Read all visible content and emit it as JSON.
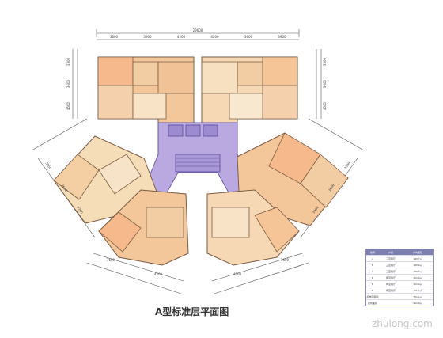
{
  "title": "A型标准层平面图",
  "watermark": "zhulong.com",
  "colors": {
    "core": "#b9a9e0",
    "core_dark": "#9c8bd0",
    "unit_peach": "#f3c79a",
    "unit_light": "#f5ddb8",
    "unit_sand": "#f2d6ad",
    "legend_head": "#7c7fb0"
  },
  "legend": {
    "headers": [
      "编号",
      "户型",
      "户内面积"
    ],
    "rows": [
      [
        "A",
        "三室两厅",
        "145.7㎡"
      ],
      [
        "B",
        "三室两厅",
        "132.6㎡"
      ],
      [
        "C",
        "三室两厅",
        "132.6㎡"
      ],
      [
        "D",
        "两室两厅",
        "101.9㎡"
      ],
      [
        "E",
        "两室两厅",
        "101.9㎡"
      ],
      [
        "F",
        "两室两厅",
        "98.3㎡"
      ],
      [
        "标准层面积",
        "",
        "751.1㎡"
      ],
      [
        "建筑面积",
        "",
        "911.8㎡"
      ]
    ]
  },
  "dimensions": {
    "top_total": "29600",
    "top_segments": [
      "3600",
      "3900",
      "4200",
      "4200",
      "3600",
      "3900"
    ],
    "left_segments": [
      "3300",
      "3600",
      "4500"
    ],
    "right_segments": [
      "3300",
      "3600",
      "4500"
    ],
    "lower_left": [
      "3900",
      "3600",
      "3300"
    ],
    "lower_right": [
      "3300",
      "3600",
      "3900"
    ],
    "bottom": [
      "3600",
      "4200",
      "4200",
      "3600"
    ]
  }
}
